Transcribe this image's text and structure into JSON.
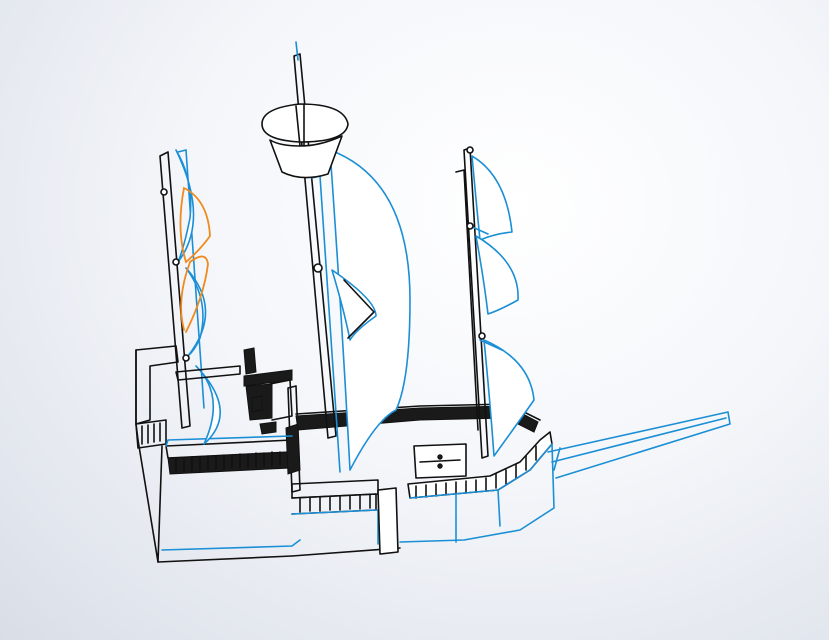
{
  "scene": {
    "background_top": "#ffffff",
    "background_bottom": "#d9dde6",
    "edge_color": "#111111",
    "selected_edge_color": "#1b8fd6",
    "highlight_edge_color": "#f08a1c"
  },
  "model": {
    "parts": [
      {
        "id": "hull",
        "icon": "hull-shape"
      },
      {
        "id": "rear-mast",
        "icon": "mast-shape"
      },
      {
        "id": "main-mast",
        "icon": "mast-shape"
      },
      {
        "id": "front-mast",
        "icon": "mast-shape"
      },
      {
        "id": "crows-nest",
        "icon": "basket-shape"
      },
      {
        "id": "bowsprit",
        "icon": "pole-shape"
      },
      {
        "id": "ships-wheel",
        "icon": "wheel-shape"
      }
    ]
  }
}
